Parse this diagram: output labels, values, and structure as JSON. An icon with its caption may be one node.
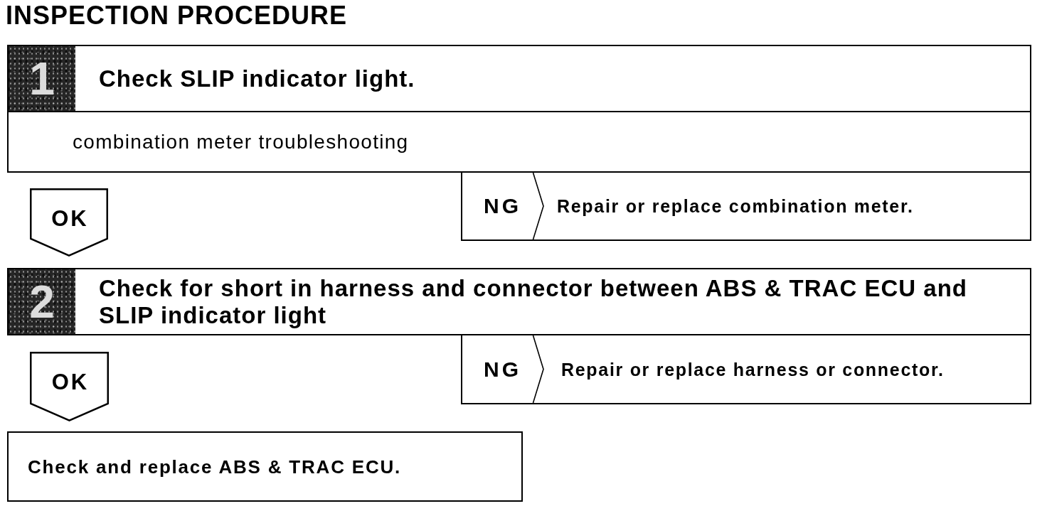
{
  "diagram": {
    "title": "INSPECTION PROCEDURE",
    "nodes": [
      {
        "text": [
          "1",
          "Check SLIP indicator light."
        ]
      },
      {
        "text": [
          "combination meter troubleshooting"
        ]
      },
      {
        "text": [
          "OK"
        ]
      },
      {
        "text": [
          "NG",
          "Repair or replace combination meter."
        ]
      },
      {
        "text": [
          "2",
          "Check for short in harness and connector between ABS & TRAC ECU and SLIP indicator light"
        ]
      },
      {
        "text": [
          "OK"
        ]
      },
      {
        "text": [
          "NG",
          "Repair or replace harness or connector."
        ]
      },
      {
        "text": [
          "Check and replace ABS & TRAC ECU."
        ]
      }
    ]
  }
}
